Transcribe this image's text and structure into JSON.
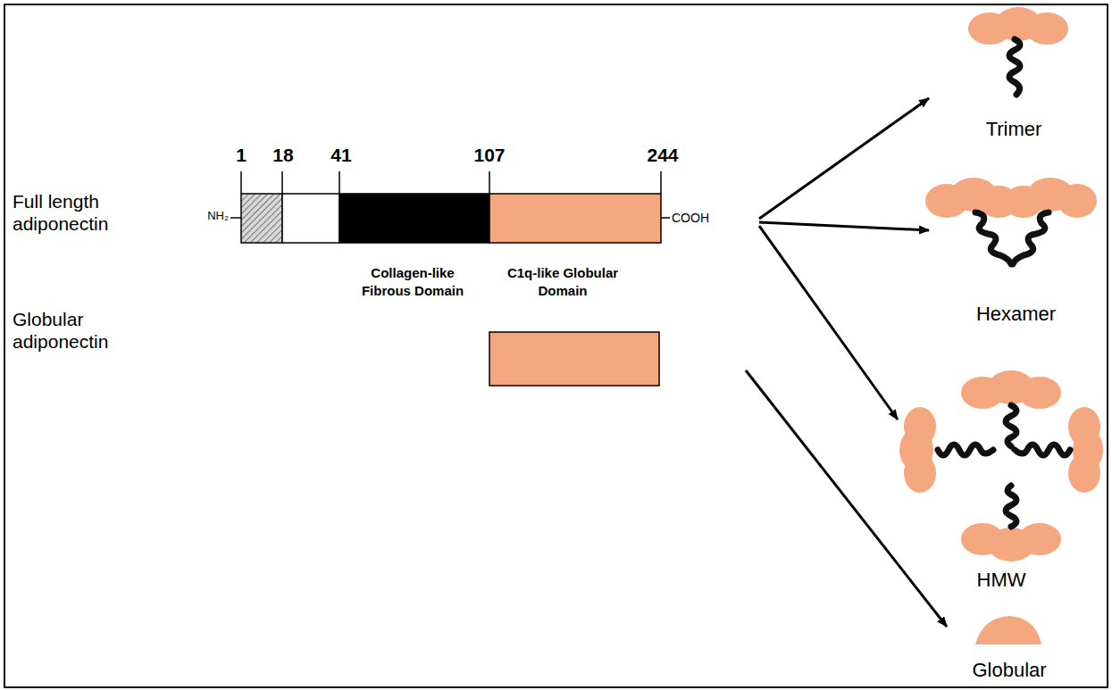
{
  "diagram": {
    "nodes": [
      {
        "text": [
          "Full length adiponectin"
        ]
      },
      {
        "text": [
          "Globular adiponectin"
        ]
      },
      {
        "text": [
          "Trimer"
        ]
      },
      {
        "text": [
          "Hexamer"
        ]
      },
      {
        "text": [
          "HMW"
        ]
      },
      {
        "text": [
          "Globular"
        ]
      }
    ],
    "edges": [
      {
        "from": 0,
        "to": 2,
        "arrow": "to"
      },
      {
        "from": 0,
        "to": 3,
        "arrow": "to"
      },
      {
        "from": 0,
        "to": 4,
        "arrow": "to"
      },
      {
        "from": 1,
        "to": 5,
        "arrow": "to"
      }
    ],
    "labels": [
      "1",
      "18",
      "41",
      "107",
      "244",
      "NH₂",
      "COOH",
      "Collagen-like Fibrous Domain",
      "C1q-like Globular Domain"
    ]
  }
}
